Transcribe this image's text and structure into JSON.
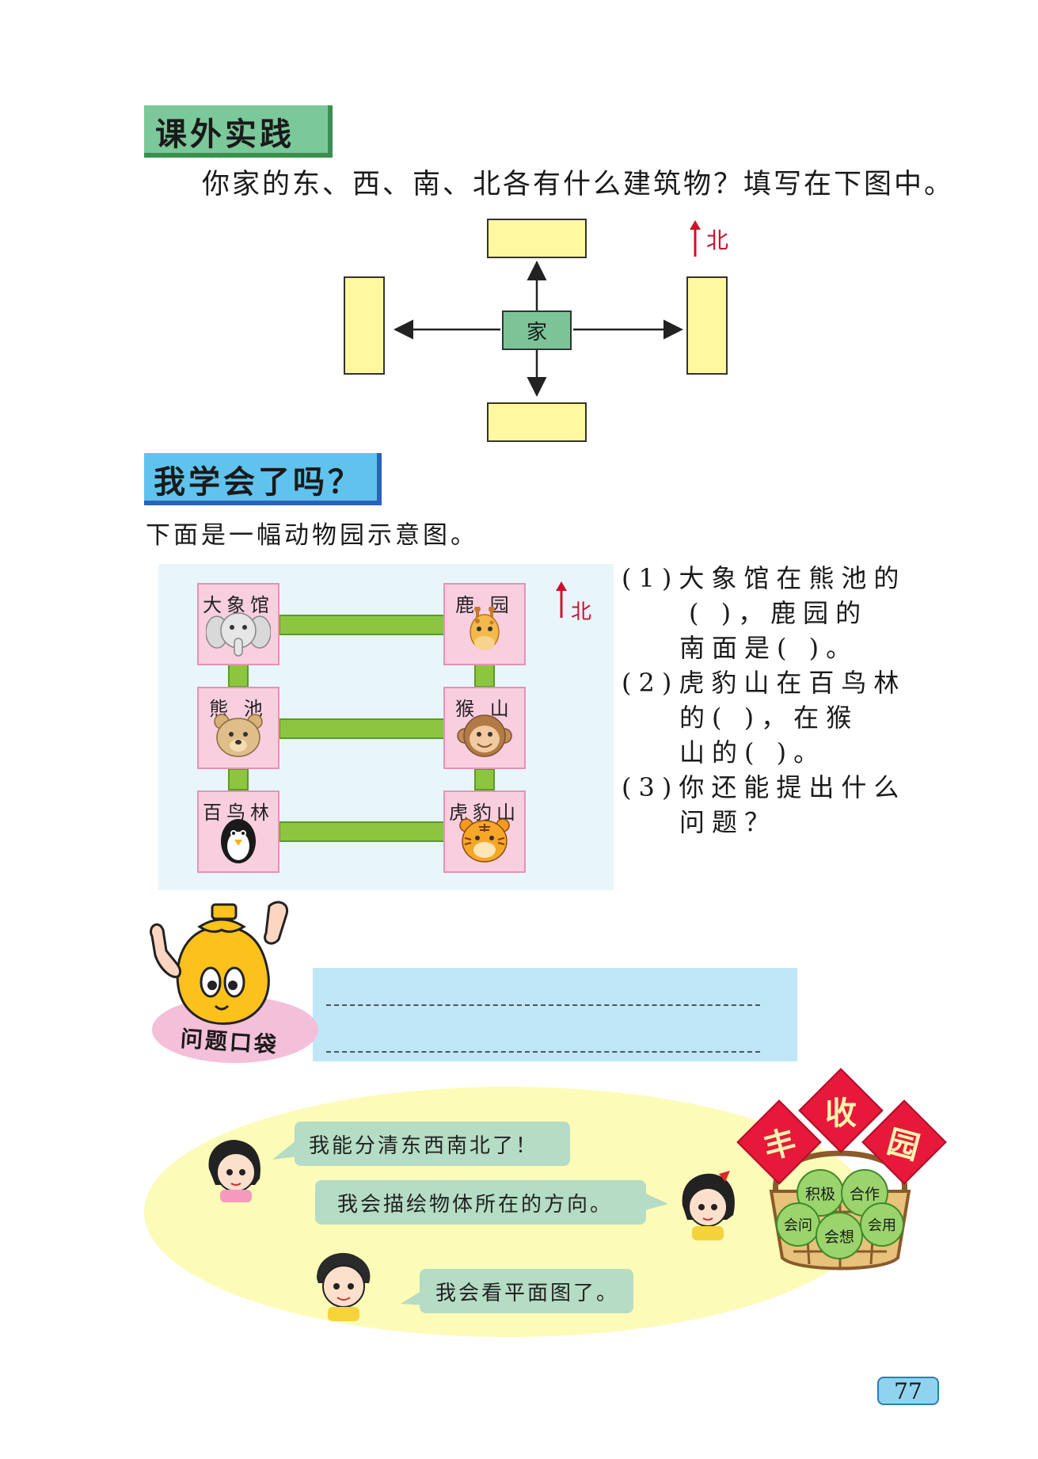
{
  "practice": {
    "heading": "课外实践",
    "instruction": "你家的东、西、南、北各有什么建筑物？填写在下图中。",
    "center_label": "家",
    "north_label": "北"
  },
  "review": {
    "heading": "我学会了吗？",
    "intro": "下面是一幅动物园示意图。",
    "north_label": "北",
    "zoo": {
      "elephant": "大象馆",
      "deer": "鹿 园",
      "bear": "熊 池",
      "monkey": "猴 山",
      "birds": "百鸟林",
      "tiger": "虎豹山"
    },
    "questions": {
      "q1_l1": "(1)大象馆在熊池的",
      "q1_l2": "(  )，鹿园的",
      "q1_l3": "南面是(  )。",
      "q2_l1": "(2)虎豹山在百鸟林",
      "q2_l2": "的(  )，在猴",
      "q2_l3": "山的(  )。",
      "q3_l1": "(3)你还能提出什么",
      "q3_l2": "问题？"
    }
  },
  "pocket": {
    "label": "问题口袋"
  },
  "harvest": {
    "bubble1": "我能分清东西南北了！",
    "bubble2": "我会描绘物体所在的方向。",
    "bubble3": "我会看平面图了。",
    "flag1": "丰",
    "flag2": "收",
    "flag3": "园",
    "apple1": "积极",
    "apple2": "合作",
    "apple3": "会问",
    "apple4": "会想",
    "apple5": "会用"
  },
  "page_number": "77",
  "colors": {
    "green_head": "#7bc89a",
    "blue_head": "#5fc3ee",
    "yellow_box": "#fff8a0",
    "home_box": "#7cc498",
    "zoo_panel": "#e8f6fc",
    "zoo_cell": "#f9cfe0",
    "path_green": "#8cc63f",
    "north_red": "#d0102b",
    "bubble_green": "#b5dcc4",
    "ellipse_yellow": "#fdfbb8"
  }
}
